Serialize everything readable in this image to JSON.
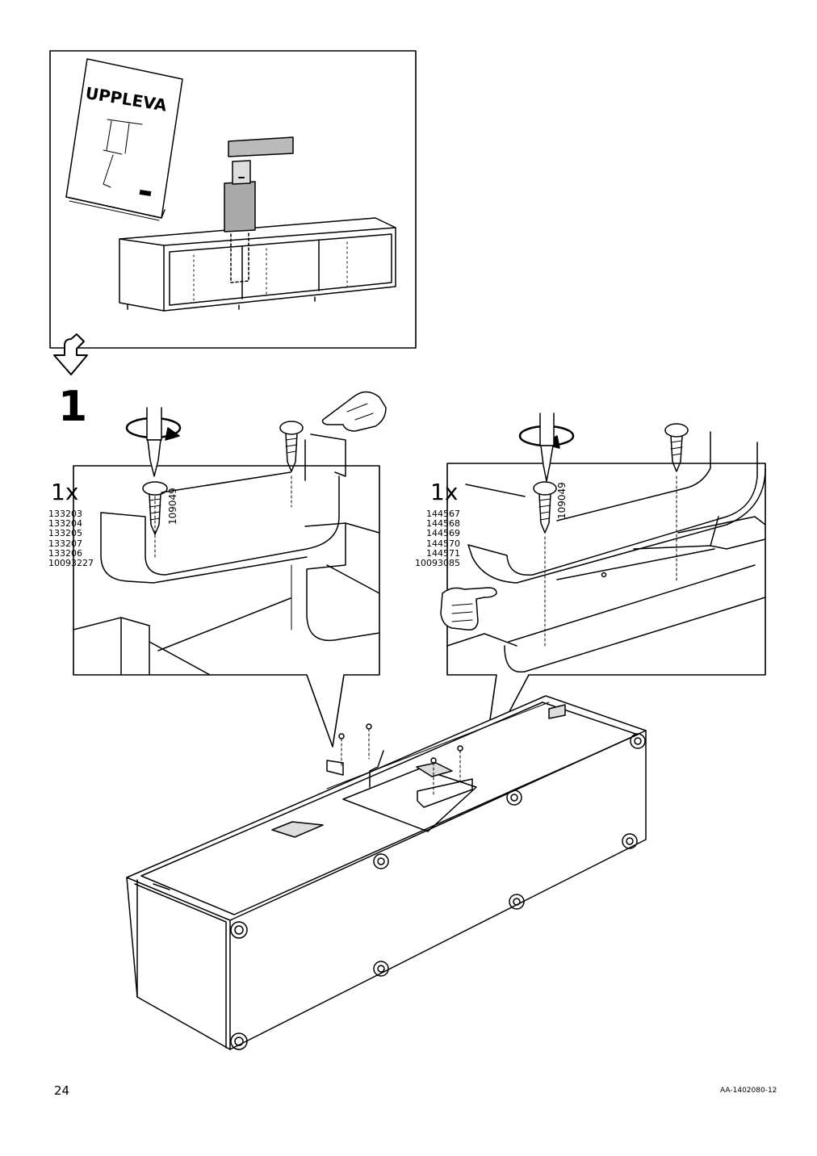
{
  "page": {
    "number": "24",
    "doc_code": "AA-1402080-12"
  },
  "overview": {
    "manual_title": "UPPLEVA"
  },
  "step": {
    "number": "1",
    "left_detail": {
      "quantity": "1x",
      "screw_code": "109049",
      "part_numbers": [
        "133203",
        "133204",
        "133205",
        "133207",
        "133206",
        "10093227"
      ]
    },
    "right_detail": {
      "quantity": "1x",
      "screw_code": "109049",
      "part_numbers": [
        "144567",
        "144568",
        "144569",
        "144570",
        "144571",
        "10093085"
      ]
    }
  },
  "icons": [
    "manual-booklet-icon",
    "down-arrow-icon",
    "rotate-clockwise-icon",
    "pointing-hand-icon",
    "screw-icon"
  ]
}
